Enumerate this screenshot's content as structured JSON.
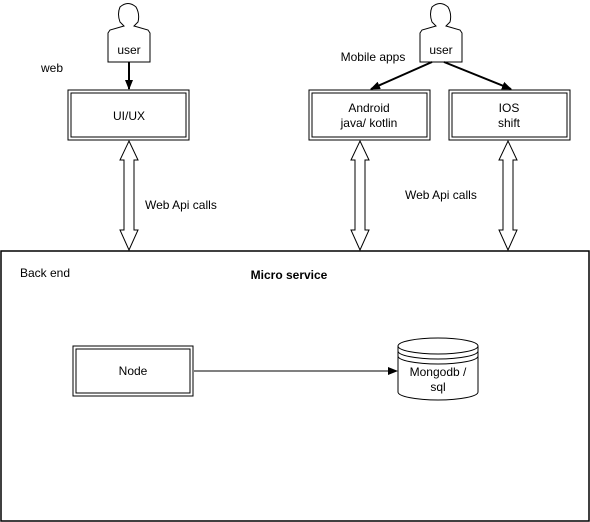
{
  "actors": {
    "user_left": "user",
    "user_right": "user"
  },
  "labels": {
    "web": "web",
    "mobile_apps": "Mobile apps",
    "web_api_calls_left": "Web Api calls",
    "web_api_calls_right": "Web Api calls"
  },
  "boxes": {
    "uiux": "UI/UX",
    "android_line1": "Android",
    "android_line2": "java/ kotlin",
    "ios_line1": "IOS",
    "ios_line2": "shift"
  },
  "backend": {
    "label": "Back end",
    "title": "Micro service",
    "node": "Node",
    "db_line1": "Mongodb /",
    "db_line2": "sql"
  }
}
